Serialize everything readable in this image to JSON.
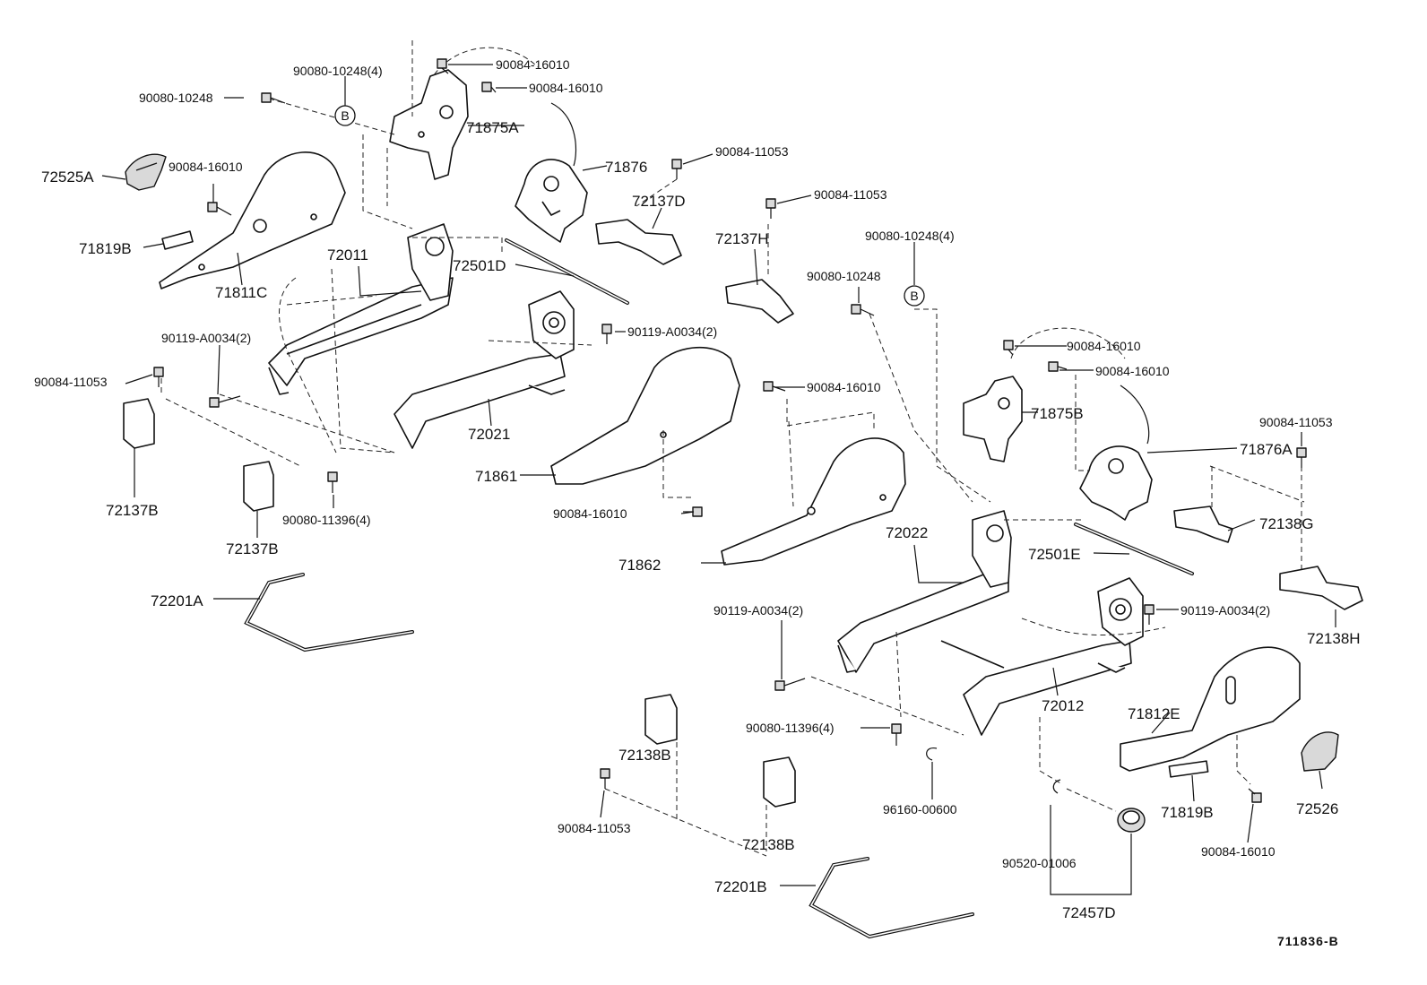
{
  "part_labels": {
    "p71875A": "71875A",
    "p71876": "71876",
    "p72525A": "72525A",
    "p71819B_top": "71819B",
    "p71811C": "71811C",
    "p72011": "72011",
    "p72501D": "72501D",
    "p72137D": "72137D",
    "p72137H": "72137H",
    "p72021": "72021",
    "p72137B_a": "72137B",
    "p72137B_b": "72137B",
    "p71861": "71861",
    "p72201A": "72201A",
    "p71875B": "71875B",
    "p71876A": "71876A",
    "p72138G": "72138G",
    "p71862": "71862",
    "p72022": "72022",
    "p72501E": "72501E",
    "p72138H": "72138H",
    "p72012": "72012",
    "p71812E": "71812E",
    "p72138B_a": "72138B",
    "p72138B_b": "72138B",
    "p71819B_bot": "71819B",
    "p72526": "72526",
    "p72201B": "72201B",
    "p72457D": "72457D"
  },
  "bolt_labels": {
    "b90080_10248_4_top": "90080-10248(4)",
    "b90084_16010_t1": "90084-16010",
    "b90084_16010_t2": "90084-16010",
    "b90080_10248_top": "90080-10248",
    "b90084_16010_t3": "90084-16010",
    "b90084_11053_t1": "90084-11053",
    "b90084_11053_t2": "90084-11053",
    "b90080_10248_4_right": "90080-10248(4)",
    "b90080_10248_right": "90080-10248",
    "b90119_A0034_2_left": "90119-A0034(2)",
    "b90119_A0034_2_mid": "90119-A0034(2)",
    "b90084_11053_left": "90084-11053",
    "b90084_16010_r1": "90084-16010",
    "b90084_16010_r2": "90084-16010",
    "b90084_16010_mid": "90084-16010",
    "b90084_11053_right": "90084-11053",
    "b90080_11396_4_left": "90080-11396(4)",
    "b90084_16010_low": "90084-16010",
    "b90119_A0034_2_r1": "90119-A0034(2)",
    "b90119_A0034_2_r2": "90119-A0034(2)",
    "b90080_11396_4_right": "90080-11396(4)",
    "b96160_00600": "96160-00600",
    "b90084_11053_bot": "90084-11053",
    "b90520_01006": "90520-01006",
    "b90084_16010_br": "90084-16010"
  },
  "callout_letters": {
    "ref_b_top": "B",
    "ref_b_right": "B"
  },
  "figure_code": "711836-B"
}
